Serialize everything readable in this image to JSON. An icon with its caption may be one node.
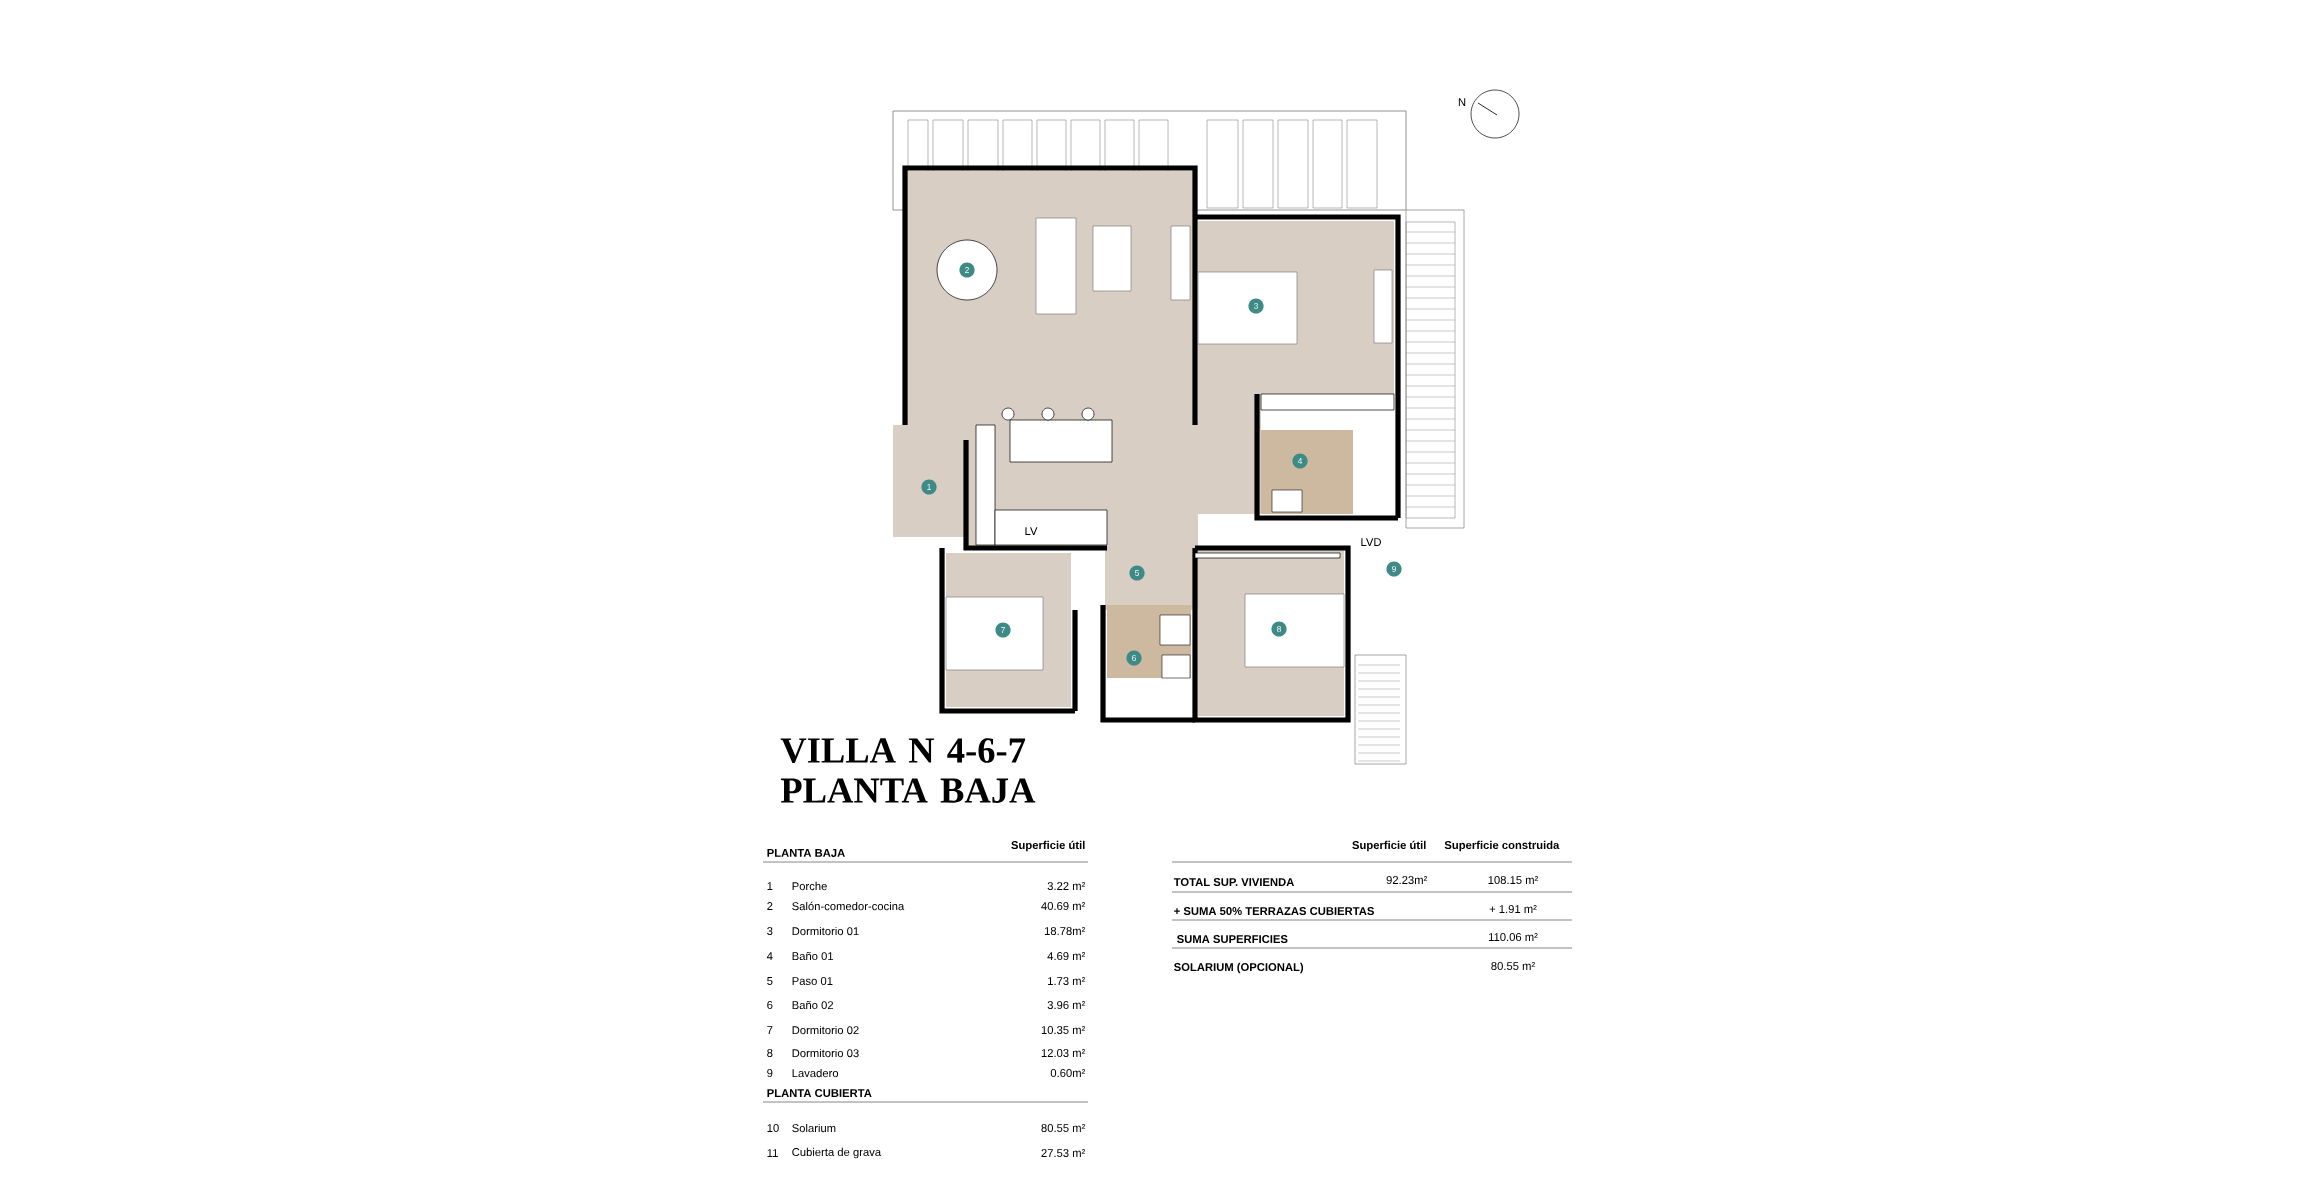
{
  "diagram": {
    "title": "VILLA N 4-6-7 PLANTA BAJA",
    "nodes": [
      {
        "text": [
          "1"
        ]
      },
      {
        "text": [
          "2"
        ]
      },
      {
        "text": [
          "3"
        ]
      },
      {
        "text": [
          "4"
        ]
      },
      {
        "text": [
          "5"
        ]
      },
      {
        "text": [
          "6"
        ]
      },
      {
        "text": [
          "7"
        ]
      },
      {
        "text": [
          "8"
        ]
      },
      {
        "text": [
          "9"
        ]
      }
    ],
    "edges": [],
    "labels": [
      "N",
      "LV",
      "LVD",
      "PLANTA BAJA",
      "Superficie útil",
      "1",
      "Porche",
      "3.22 m²",
      "2",
      "Salón-comedor-cocina",
      "40.69 m²",
      "3",
      "Dormitorio 01",
      "18.78m²",
      "4",
      "Baño 01",
      "4.69 m²",
      "5",
      "Paso 01",
      "1.73 m²",
      "6",
      "Baño 02",
      "3.96 m²",
      "7",
      "Dormitorio 02",
      "10.35 m²",
      "8",
      "Dormitorio 03",
      "12.03 m²",
      "9",
      "Lavadero",
      "0.60m²",
      "PLANTA CUBIERTA",
      "10",
      "Solarium",
      "80.55 m²",
      "11",
      "Cubierta de grava",
      "27.53 m²",
      "Superficie útil",
      "Superficie construida",
      "TOTAL SUP. VIVIENDA",
      "92.23m²",
      "108.15 m²",
      "+ SUMA 50% TERRAZAS CUBIERTAS",
      "+ 1.91 m²",
      "SUMA SUPERFICIES",
      "110.06 m²",
      "SOLARIUM (OPCIONAL)",
      "80.55 m²"
    ]
  }
}
